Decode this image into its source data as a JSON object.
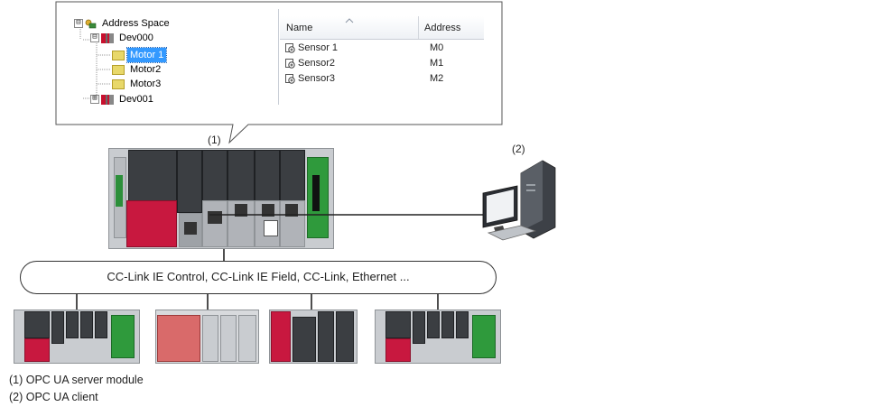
{
  "tree": {
    "items": [
      {
        "label": "Address Space",
        "expander": "⊟",
        "icon": "address-space-icon",
        "level": 0
      },
      {
        "label": "Dev000",
        "expander": "⊟",
        "icon": "device-icon",
        "level": 1
      },
      {
        "label": "Motor 1",
        "icon": "folder-icon",
        "level": 2,
        "selected": true
      },
      {
        "label": "Motor2",
        "icon": "folder-icon",
        "level": 2
      },
      {
        "label": "Motor3",
        "icon": "folder-icon",
        "level": 2
      },
      {
        "label": "Dev001",
        "expander": "⊞",
        "icon": "device-icon",
        "level": 1
      }
    ]
  },
  "grid": {
    "headers": [
      "Name",
      "Address"
    ],
    "rows": [
      {
        "name": "Sensor 1",
        "address": "M0"
      },
      {
        "name": "Sensor2",
        "address": "M1"
      },
      {
        "name": "Sensor3",
        "address": "M2"
      }
    ]
  },
  "labels": {
    "server_num": "(1)",
    "client_num": "(2)",
    "network": "CC-Link IE Control, CC-Link IE Field, CC-Link, Ethernet ...",
    "legend_1": "(1) OPC UA server module",
    "legend_2": "(2) OPC UA client"
  },
  "colors": {
    "module_red": "#c8183f",
    "module_green": "#2f9a3c",
    "module_dark": "#3b3e42",
    "selection": "#3399ff"
  }
}
